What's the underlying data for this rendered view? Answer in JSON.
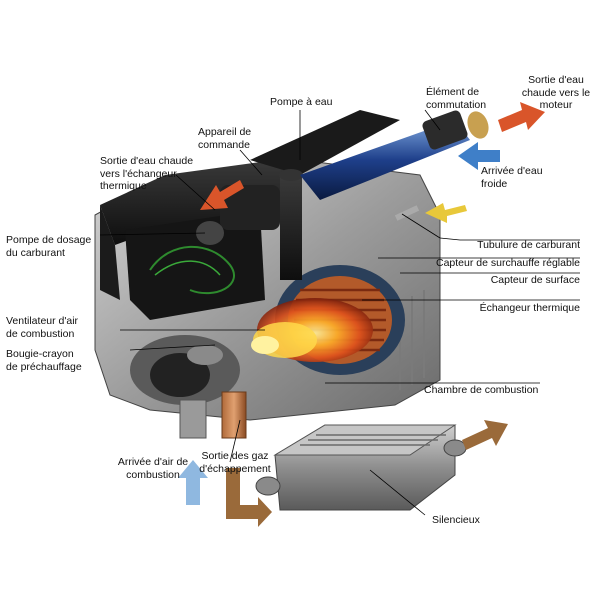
{
  "diagram": {
    "labels": {
      "pompe_eau": "Pompe à eau",
      "element_commutation": "Élément de\ncommutation",
      "sortie_eau_moteur": "Sortie d'eau\nchaude vers le\nmoteur",
      "appareil_commande": "Appareil de\ncommande",
      "sortie_eau_echangeur": "Sortie d'eau chaude\nvers l'échangeur\nthermique",
      "arrivee_eau_froide": "Arrivée d'eau\nfroide",
      "pompe_dosage": "Pompe de dosage\ndu carburant",
      "tubulure_carburant": "Tubulure de carburant",
      "capteur_surchauffe": "Capteur de surchauffe réglable",
      "capteur_surface": "Capteur de surface",
      "echangeur_thermique": "Échangeur thermique",
      "ventilateur": "Ventilateur d'air\nde combustion",
      "bougie": "Bougie-crayon\nde préchauffage",
      "chambre_combustion": "Chambre de combustion",
      "arrivee_air": "Arrivée d'air de\ncombustion",
      "sortie_gaz": "Sortie des gaz\nd'échappement",
      "silencieux": "Silencieux"
    },
    "colors": {
      "hot": "#d9552a",
      "cold": "#3f7fc8",
      "fuel": "#e8c83a",
      "exhaust": "#9a6a3a"
    }
  }
}
